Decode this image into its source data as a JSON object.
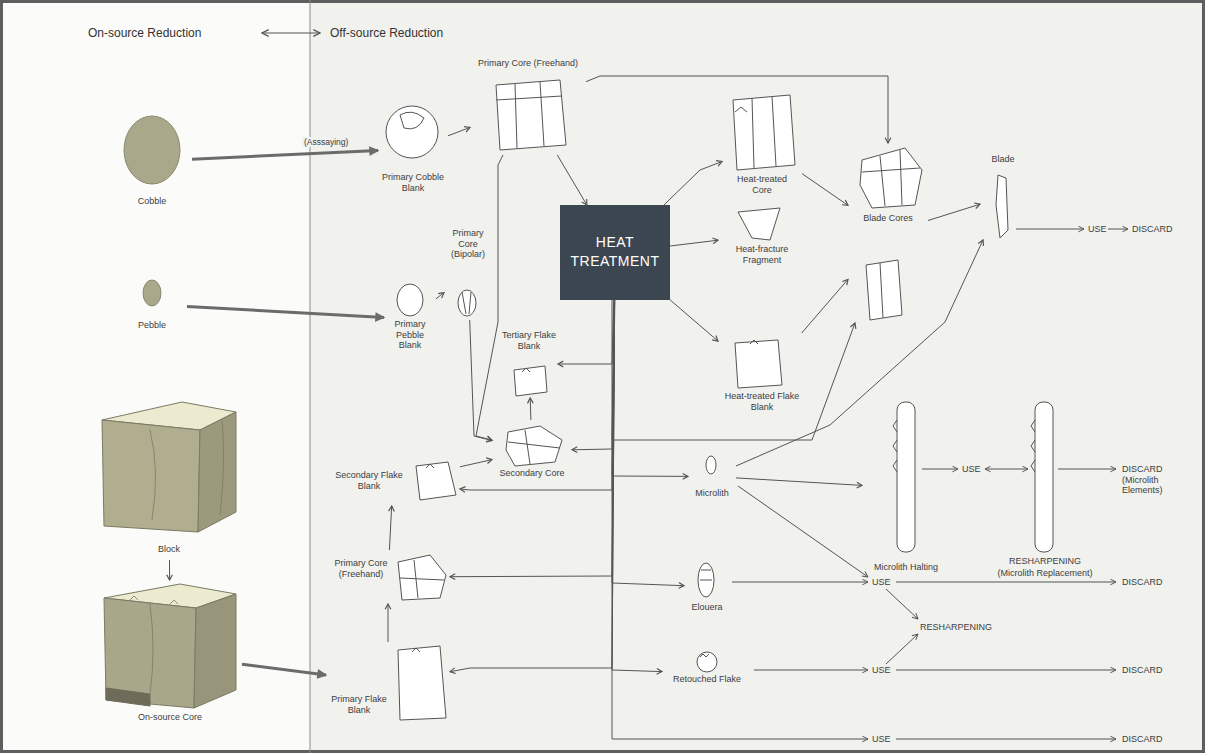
{
  "diagram": {
    "nodes": [
      {
        "text": [
          "Cobble"
        ]
      },
      {
        "text": [
          "Pebble"
        ]
      },
      {
        "text": [
          "Block"
        ]
      },
      {
        "text": [
          "On-source Core"
        ]
      },
      {
        "text": [
          "Primary Cobble Blank"
        ]
      },
      {
        "text": [
          "Primary Core (Freehand)"
        ]
      },
      {
        "text": [
          "Primary Pebble Blank"
        ]
      },
      {
        "text": [
          "Primary Core (Bipolar)"
        ]
      },
      {
        "text": [
          "HEAT TREATMENT"
        ]
      },
      {
        "text": [
          "Heat-treated Core"
        ]
      },
      {
        "text": [
          "Heat-fracture Fragment"
        ]
      },
      {
        "text": [
          "Heat-treated Flake Blank"
        ]
      },
      {
        "text": [
          "Blade Cores"
        ]
      },
      {
        "text": [
          "Blade"
        ]
      },
      {
        "text": [
          "Tertiary Flake Blank"
        ]
      },
      {
        "text": [
          "Secondary Core"
        ]
      },
      {
        "text": [
          "Secondary Flake Blank"
        ]
      },
      {
        "text": [
          "Primary Core (Freehand)"
        ]
      },
      {
        "text": [
          "Primary Flake Blank"
        ]
      },
      {
        "text": [
          "Microlith"
        ]
      },
      {
        "text": [
          "Microlith Halting"
        ]
      },
      {
        "text": [
          "RESHARPENING",
          "(Microlith Replacement)"
        ]
      },
      {
        "text": [
          "Elouera"
        ]
      },
      {
        "text": [
          "Retouched Flake"
        ]
      }
    ],
    "edges": [
      {
        "from": 0,
        "to": 4,
        "label": "(Asssaying)",
        "arrow": "to"
      },
      {
        "from": 1,
        "to": 6,
        "arrow": "to"
      },
      {
        "from": 2,
        "to": 3,
        "arrow": "to"
      },
      {
        "from": 3,
        "to": 18,
        "arrow": "to"
      },
      {
        "from": 4,
        "to": 5,
        "arrow": "to"
      },
      {
        "from": 5,
        "to": 8,
        "arrow": "to"
      },
      {
        "from": 5,
        "to": 12,
        "arrow": "to"
      },
      {
        "from": 5,
        "to": 15,
        "arrow": "to"
      },
      {
        "from": 6,
        "to": 7,
        "arrow": "to"
      },
      {
        "from": 7,
        "to": 15,
        "arrow": "to"
      },
      {
        "from": 8,
        "to": 9,
        "arrow": "to"
      },
      {
        "from": 8,
        "to": 10,
        "arrow": "to"
      },
      {
        "from": 8,
        "to": 11,
        "arrow": "to"
      },
      {
        "from": 9,
        "to": 12,
        "arrow": "to"
      },
      {
        "from": 11,
        "to": 12,
        "arrow": "to"
      },
      {
        "from": 12,
        "to": 13,
        "arrow": "to"
      },
      {
        "from": 8,
        "to": 14,
        "arrow": "to"
      },
      {
        "from": 8,
        "to": 15,
        "arrow": "to"
      },
      {
        "from": 8,
        "to": 16,
        "arrow": "to"
      },
      {
        "from": 8,
        "to": 17,
        "arrow": "to"
      },
      {
        "from": 8,
        "to": 18,
        "arrow": "to"
      },
      {
        "from": 8,
        "to": 12,
        "arrow": "to"
      },
      {
        "from": 8,
        "to": 19,
        "arrow": "to"
      },
      {
        "from": 8,
        "to": 22,
        "arrow": "to"
      },
      {
        "from": 8,
        "to": 23,
        "arrow": "to"
      },
      {
        "from": 16,
        "to": 15,
        "arrow": "to"
      },
      {
        "from": 15,
        "to": 14,
        "arrow": "to"
      },
      {
        "from": 18,
        "to": 17,
        "arrow": "to"
      },
      {
        "from": 17,
        "to": 16,
        "arrow": "to"
      },
      {
        "from": 19,
        "to": 13,
        "arrow": "to"
      },
      {
        "from": 19,
        "to": 20,
        "arrow": "to"
      }
    ],
    "labels": [
      "On-source Reduction",
      "Off-source Reduction",
      "USE",
      "DISCARD",
      "USE",
      "DISCARD (Microlith Elements)",
      "USE",
      "DISCARD",
      "RESHARPENING",
      "USE",
      "DISCARD",
      "USE",
      "DISCARD"
    ]
  }
}
